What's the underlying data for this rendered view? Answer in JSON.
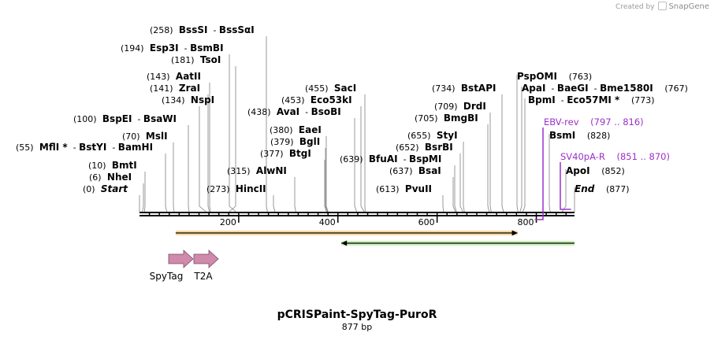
{
  "credit": {
    "prefix": "Created by",
    "brand": "SnapGene"
  },
  "title": "pCRISPaint-SpyTag-PuroR",
  "subtitle": "877 bp",
  "sequence_length": 877,
  "ruler_ticks": [
    {
      "pos": 200,
      "label": "200"
    },
    {
      "pos": 400,
      "label": "400"
    },
    {
      "pos": 600,
      "label": "600"
    },
    {
      "pos": 800,
      "label": "800"
    }
  ],
  "sites": [
    {
      "pos": 258,
      "num": "(258)",
      "names": [
        "BssSI",
        "BssSαI"
      ]
    },
    {
      "pos": 194,
      "num": "(194)",
      "names": [
        "Esp3I",
        "BsmBI"
      ]
    },
    {
      "pos": 181,
      "num": "(181)",
      "names": [
        "TsoI"
      ]
    },
    {
      "pos": 143,
      "num": "(143)",
      "names": [
        "AatII"
      ]
    },
    {
      "pos": 141,
      "num": "(141)",
      "names": [
        "ZraI"
      ]
    },
    {
      "pos": 134,
      "num": "(134)",
      "names": [
        "NspI"
      ]
    },
    {
      "pos": 100,
      "num": "(100)",
      "names": [
        "BspEI",
        "BsaWI"
      ]
    },
    {
      "pos": 70,
      "num": "(70)",
      "names": [
        "MslI"
      ]
    },
    {
      "pos": 55,
      "num": "(55)",
      "names": [
        "MflI *",
        "BstYI",
        "BamHI"
      ]
    },
    {
      "pos": 10,
      "num": "(10)",
      "names": [
        "BmtI"
      ]
    },
    {
      "pos": 6,
      "num": "(6)",
      "names": [
        "NheI"
      ]
    },
    {
      "pos": 0,
      "num": "(0)",
      "names": [
        "Start"
      ],
      "italic": true
    },
    {
      "pos": 273,
      "num": "(273)",
      "names": [
        "HincII"
      ]
    },
    {
      "pos": 315,
      "num": "(315)",
      "names": [
        "AlwNI"
      ]
    },
    {
      "pos": 455,
      "num": "(455)",
      "names": [
        "SacI"
      ]
    },
    {
      "pos": 453,
      "num": "(453)",
      "names": [
        "Eco53kI"
      ]
    },
    {
      "pos": 438,
      "num": "(438)",
      "names": [
        "AvaI",
        "BsoBI"
      ]
    },
    {
      "pos": 380,
      "num": "(380)",
      "names": [
        "EaeI"
      ]
    },
    {
      "pos": 379,
      "num": "(379)",
      "names": [
        "BglI"
      ]
    },
    {
      "pos": 377,
      "num": "(377)",
      "names": [
        "BtgI"
      ]
    },
    {
      "pos": 734,
      "num": "(734)",
      "names": [
        "BstAPI"
      ]
    },
    {
      "pos": 709,
      "num": "(709)",
      "names": [
        "DrdI"
      ]
    },
    {
      "pos": 705,
      "num": "(705)",
      "names": [
        "BmgBI"
      ]
    },
    {
      "pos": 655,
      "num": "(655)",
      "names": [
        "StyI"
      ]
    },
    {
      "pos": 652,
      "num": "(652)",
      "names": [
        "BsrBI"
      ]
    },
    {
      "pos": 639,
      "num": "(639)",
      "names": [
        "BfuAI",
        "BspMI"
      ]
    },
    {
      "pos": 637,
      "num": "(637)",
      "names": [
        "BsaI"
      ]
    },
    {
      "pos": 613,
      "num": "(613)",
      "names": [
        "PvuII"
      ]
    },
    {
      "pos": 763,
      "num": "(763)",
      "names": [
        "PspOMI"
      ],
      "num_after": true
    },
    {
      "pos": 767,
      "num": "(767)",
      "names": [
        "ApaI",
        "BaeGI",
        "Bme1580I"
      ],
      "num_after": true
    },
    {
      "pos": 773,
      "num": "(773)",
      "names": [
        "BpmI",
        "Eco57MI *"
      ],
      "num_after": true
    },
    {
      "pos": 828,
      "num": "(828)",
      "names": [
        "BsmI"
      ],
      "num_after": true
    },
    {
      "pos": 852,
      "num": "(852)",
      "names": [
        "ApoI"
      ],
      "num_after": true
    },
    {
      "pos": 877,
      "num": "(877)",
      "names": [
        "End"
      ],
      "italic": true,
      "num_after": true
    }
  ],
  "primers": [
    {
      "name": "EBV-rev",
      "range": "(797 .. 816)",
      "start": 797,
      "end": 816,
      "color": "#9b30c8"
    },
    {
      "name": "SV40pA-R",
      "range": "(851 .. 870)",
      "start": 851,
      "end": 870,
      "color": "#9b30c8"
    }
  ],
  "orfs": [
    {
      "start": 73,
      "end": 762,
      "direction": "forward",
      "color": "#f0a020",
      "fill": "#f8d8a0"
    },
    {
      "start": 407,
      "end": 877,
      "direction": "reverse",
      "color": "#3aa030",
      "fill": "#c8f0b8"
    }
  ],
  "features": [
    {
      "name": "SpyTag",
      "color": "#d08aac"
    },
    {
      "name": "T2A",
      "color": "#d08aac"
    }
  ]
}
